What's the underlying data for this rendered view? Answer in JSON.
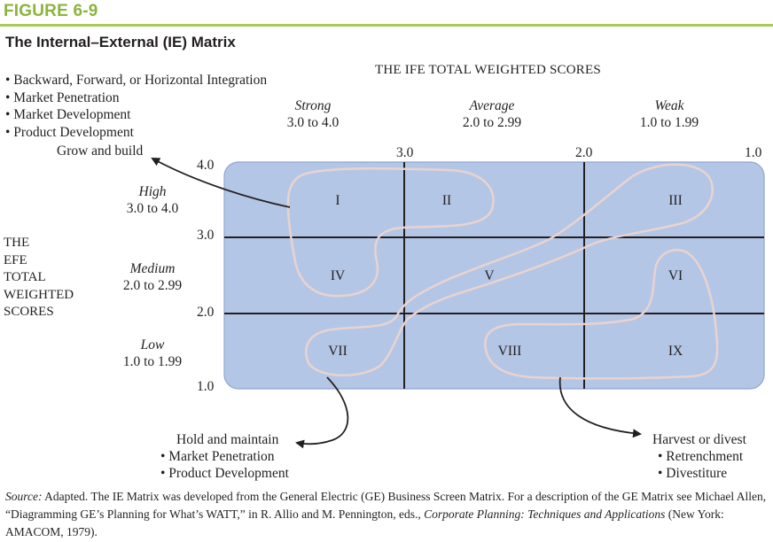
{
  "figure_label": "FIGURE 6-9",
  "title": "The Internal–External (IE) Matrix",
  "strategies_grow": [
    "• Backward, Forward, or Horizontal Integration",
    "• Market Penetration",
    "• Market Development",
    "• Product Development"
  ],
  "grow_label": "Grow and build",
  "ife_header": "THE IFE TOTAL WEIGHTED SCORES",
  "efe_header": [
    "THE",
    "EFE",
    "TOTAL",
    "WEIGHTED",
    "SCORES"
  ],
  "ife_columns": [
    {
      "name": "Strong",
      "range": "3.0 to 4.0"
    },
    {
      "name": "Average",
      "range": "2.0 to 2.99"
    },
    {
      "name": "Weak",
      "range": "1.0 to 1.99"
    }
  ],
  "efe_rows": [
    {
      "name": "High",
      "range": "3.0 to 4.0"
    },
    {
      "name": "Medium",
      "range": "2.0 to 2.99"
    },
    {
      "name": "Low",
      "range": "1.0 to 1.99"
    }
  ],
  "ife_ticks": [
    "3.0",
    "2.0",
    "1.0"
  ],
  "efe_ticks": [
    "4.0",
    "3.0",
    "2.0",
    "1.0"
  ],
  "cells": [
    "I",
    "II",
    "III",
    "IV",
    "V",
    "VI",
    "VII",
    "VIII",
    "IX"
  ],
  "hold": {
    "label": "Hold and maintain",
    "items": [
      "• Market Penetration",
      "• Product Development"
    ]
  },
  "harvest": {
    "label": "Harvest or divest",
    "items": [
      "• Retrenchment",
      "• Divestiture"
    ]
  },
  "source": {
    "lead": "Source:",
    "text1": " Adapted. The IE Matrix was developed from the General Electric (GE) Business Screen Matrix. For a description of the GE Matrix see Michael Allen, “Diagramming GE’s Planning for What’s WATT,” in R. Allio and M. Pennington, eds., ",
    "book": "Corporate Planning: Techniques and Applications",
    "text2": " (New York: AMACOM, 1979)."
  },
  "colors": {
    "figure_label": "#8cb43c",
    "rule": "#a9c95c",
    "matrix_fill": "#b4c6e6",
    "matrix_edge": "#8fa6d0",
    "outline": "#e8d3cf",
    "grid": "#231f20"
  }
}
